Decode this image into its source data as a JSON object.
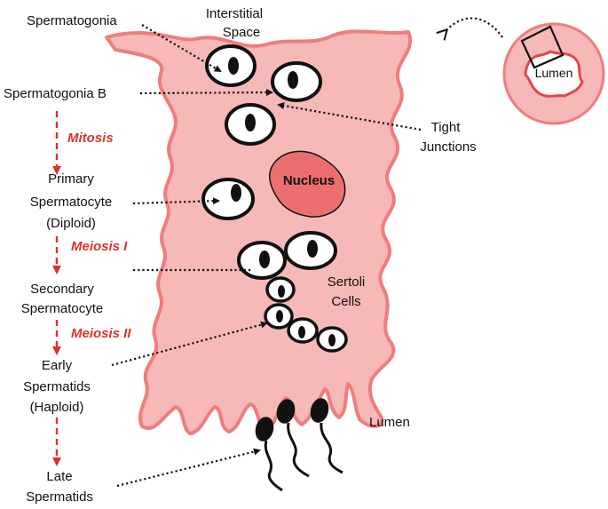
{
  "colors": {
    "tissue_fill": "#f7b8b8",
    "tissue_stroke": "#ef7d7d",
    "nucleus_fill": "#ec6f6f",
    "arrow_red": "#d9342b",
    "ink": "#111111"
  },
  "labels": {
    "spermatogonia": "Spermatogonia",
    "interstitial_line1": "Interstitial",
    "interstitial_line2": "Space",
    "spermatogonia_b": "Spermatogonia B",
    "mitosis": "Mitosis",
    "tight_line1": "Tight",
    "tight_line2": "Junctions",
    "primary_line1": "Primary",
    "primary_line2": "Spermatocyte",
    "primary_line3": "(Diploid)",
    "nucleus": "Nucleus",
    "meiosis1": "Meiosis I",
    "secondary_line1": "Secondary",
    "secondary_line2": "Spermatocyte",
    "sertoli_line1": "Sertoli",
    "sertoli_line2": "Cells",
    "meiosis2": "Meiosis II",
    "early_line1": "Early",
    "early_line2": "Spermatids",
    "early_line3": "(Haploid)",
    "lumen_bottom": "Lumen",
    "late_line1": "Late",
    "late_line2": "Spermatids",
    "lumen_inset": "Lumen"
  }
}
